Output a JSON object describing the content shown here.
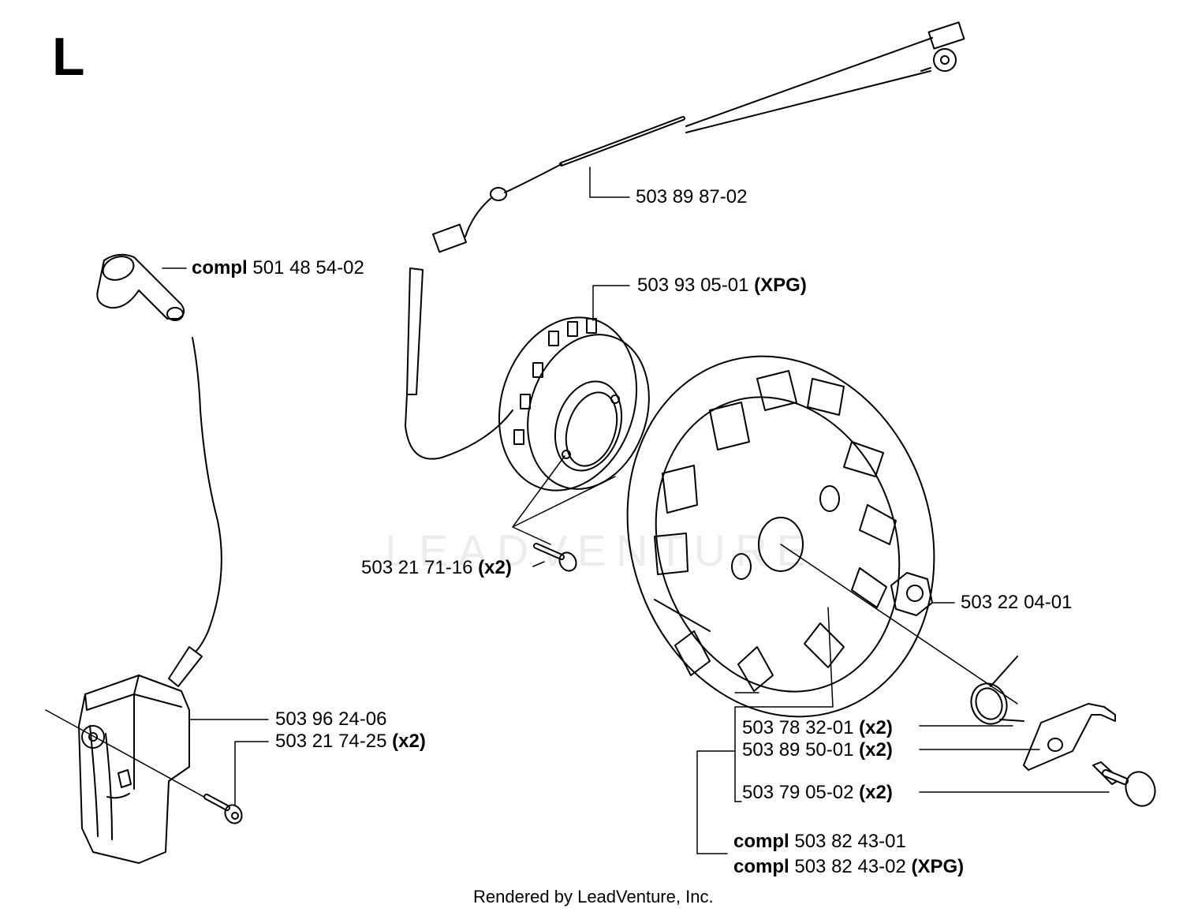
{
  "section_letter": "L",
  "watermark": "LEADVENTURE",
  "footer": "Rendered by LeadVenture, Inc.",
  "parts": {
    "wire_harness": {
      "num": "503 89 87-02"
    },
    "spark_cap": {
      "prefix": "compl",
      "num": "501 48 54-02"
    },
    "stator": {
      "num": "503 93 05-01",
      "suffix": "(XPG)"
    },
    "stator_screw": {
      "num": "503 21 71-16",
      "suffix": "(x2)"
    },
    "flywheel_nut": {
      "num": "503 22 04-01"
    },
    "ignition_module": {
      "num": "503 96 24-06"
    },
    "module_screw": {
      "num": "503 21 74-25",
      "suffix": "(x2)"
    },
    "pawl_spring": {
      "num": "503 78 32-01",
      "suffix": "(x2)"
    },
    "pawl": {
      "num": "503 89 50-01",
      "suffix": "(x2)"
    },
    "pawl_pin": {
      "num": "503 79 05-02",
      "suffix": "(x2)"
    },
    "flywheel_compl_1": {
      "prefix": "compl",
      "num": "503 82 43-01"
    },
    "flywheel_compl_2": {
      "prefix": "compl",
      "num": "503 82 43-02",
      "suffix": "(XPG)"
    }
  }
}
